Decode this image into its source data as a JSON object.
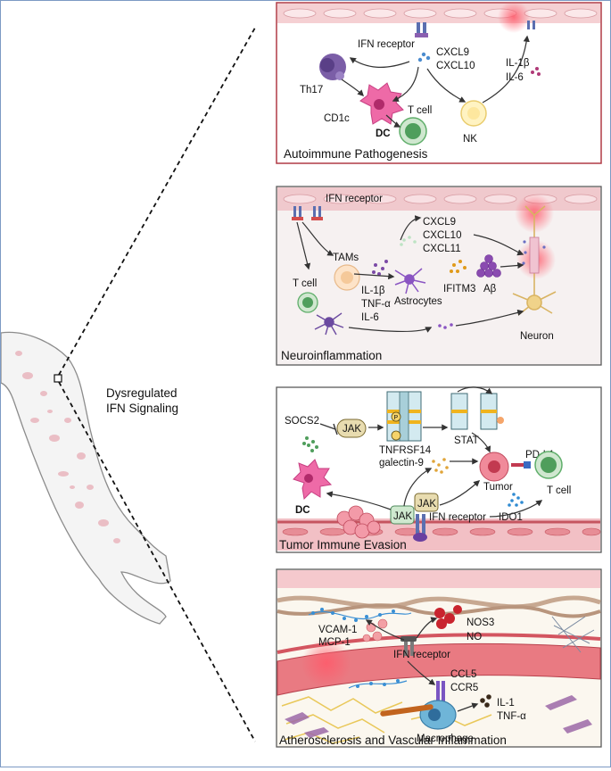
{
  "center": {
    "title_line1": "Dysregulated",
    "title_line2": "IFN Signaling"
  },
  "panel1": {
    "title": "Autoimmune Pathogenesis",
    "labels": {
      "ifn_receptor": "IFN receptor",
      "cxcl9": "CXCL9",
      "cxcl10": "CXCL10",
      "th17": "Th17",
      "cd1c": "CD1c",
      "dc": "DC",
      "tcell": "T cell",
      "nk": "NK",
      "il1b": "IL-1β",
      "il6": "IL-6"
    }
  },
  "panel2": {
    "title": "Neuroinflammation",
    "labels": {
      "ifn_receptor": "IFN receptor",
      "cxcl9": "CXCL9",
      "cxcl10": "CXCL10",
      "cxcl11": "CXCL11",
      "tams": "TAMs",
      "tcell": "T cell",
      "il1b": "IL-1β",
      "tnfa": "TNF-α",
      "il6": "IL-6",
      "astrocytes": "Astrocytes",
      "ifitm3": "IFITM3",
      "abeta": "Aβ",
      "neuron": "Neuron"
    }
  },
  "panel3": {
    "title": "Tumor Immune Evasion",
    "labels": {
      "socs2": "SOCS2",
      "jak": "JAK",
      "stat": "STAT",
      "tnfrsf14": "TNFRSF14",
      "galectin9": "galectin-9",
      "pdl1": "PD-L1",
      "tumor": "Tumor",
      "tcell": "T cell",
      "dc": "DC",
      "ifn_receptor": "IFN receptor",
      "ido1": "IDO1",
      "p": "P"
    }
  },
  "panel4": {
    "title": "Atherosclerosis and Vascular Inflammation",
    "labels": {
      "vcam1": "VCAM-1",
      "mcp1": "MCP-1",
      "nos3": "NOS3",
      "no": "NO",
      "ifn_receptor": "IFN receptor",
      "ccl5": "CCL5",
      "ccr5": "CCR5",
      "il1": "IL-1",
      "tnfa": "TNF-α",
      "macrophage": "Macrophage"
    }
  }
}
